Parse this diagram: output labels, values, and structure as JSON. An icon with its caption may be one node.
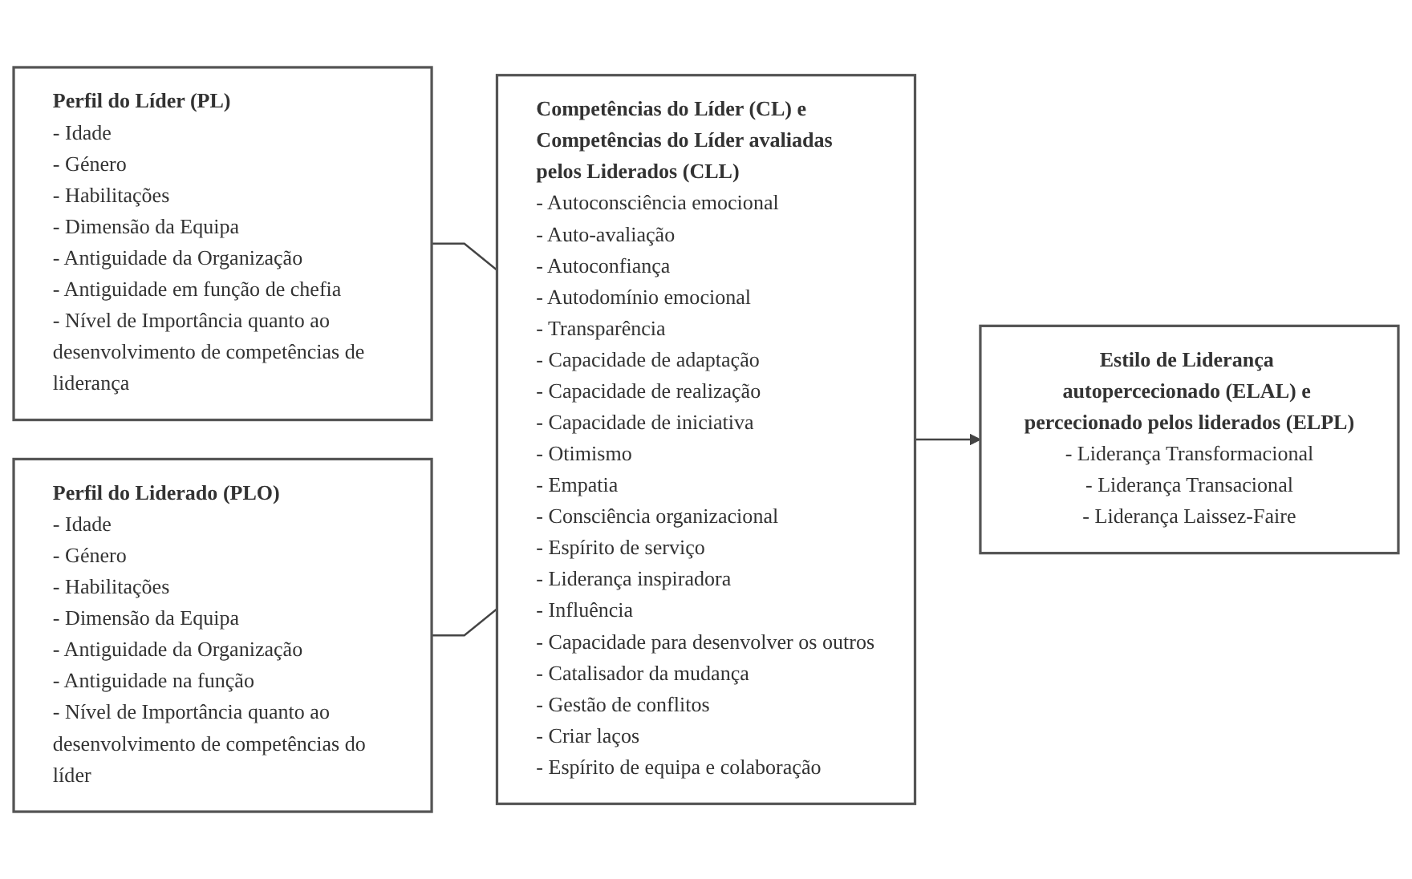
{
  "diagram": {
    "nodes": [
      {
        "text": [
          "Perfil do Líder (PL)",
          "- Idade",
          "- Género",
          "- Habilitações",
          "- Dimensão da Equipa",
          "- Antiguidade da Organização",
          "- Antiguidade em função de chefia",
          "- Nível de Importância quanto ao desenvolvimento de competências de liderança"
        ]
      },
      {
        "text": [
          "Perfil do Liderado (PLO)",
          "- Idade",
          "- Género",
          "- Habilitações",
          "- Dimensão da Equipa",
          "- Antiguidade da Organização",
          "- Antiguidade na função",
          "- Nível de Importância quanto ao desenvolvimento de competências do líder"
        ]
      },
      {
        "text": [
          "Competências do Líder (CL) e Competências do Líder avaliadas pelos Liderados (CLL)",
          "- Autoconsciência emocional",
          "- Auto-avaliação",
          "- Autoconfiança",
          "- Autodomínio emocional",
          "- Transparência",
          "- Capacidade de adaptação",
          "- Capacidade de realização",
          "- Capacidade de iniciativa",
          "- Otimismo",
          "- Empatia",
          "- Consciência organizacional",
          "- Espírito de serviço",
          "- Liderança inspiradora",
          "- Influência",
          "- Capacidade para desenvolver os outros",
          "- Catalisador da mudança",
          "- Gestão de conflitos",
          "- Criar laços",
          "- Espírito de equipa e colaboração"
        ]
      },
      {
        "text": [
          "Estilo de Liderança autopercecionado (ELAL) e percecionado pelos liderados (ELPL)",
          "- Liderança Transformacional",
          "- Liderança Transacional",
          "- Liderança Laissez-Faire"
        ]
      }
    ],
    "edges": [
      {
        "from": 0,
        "to": 2,
        "arrow": "none"
      },
      {
        "from": 1,
        "to": 2,
        "arrow": "none"
      },
      {
        "from": 2,
        "to": 3,
        "arrow": "to"
      }
    ]
  }
}
